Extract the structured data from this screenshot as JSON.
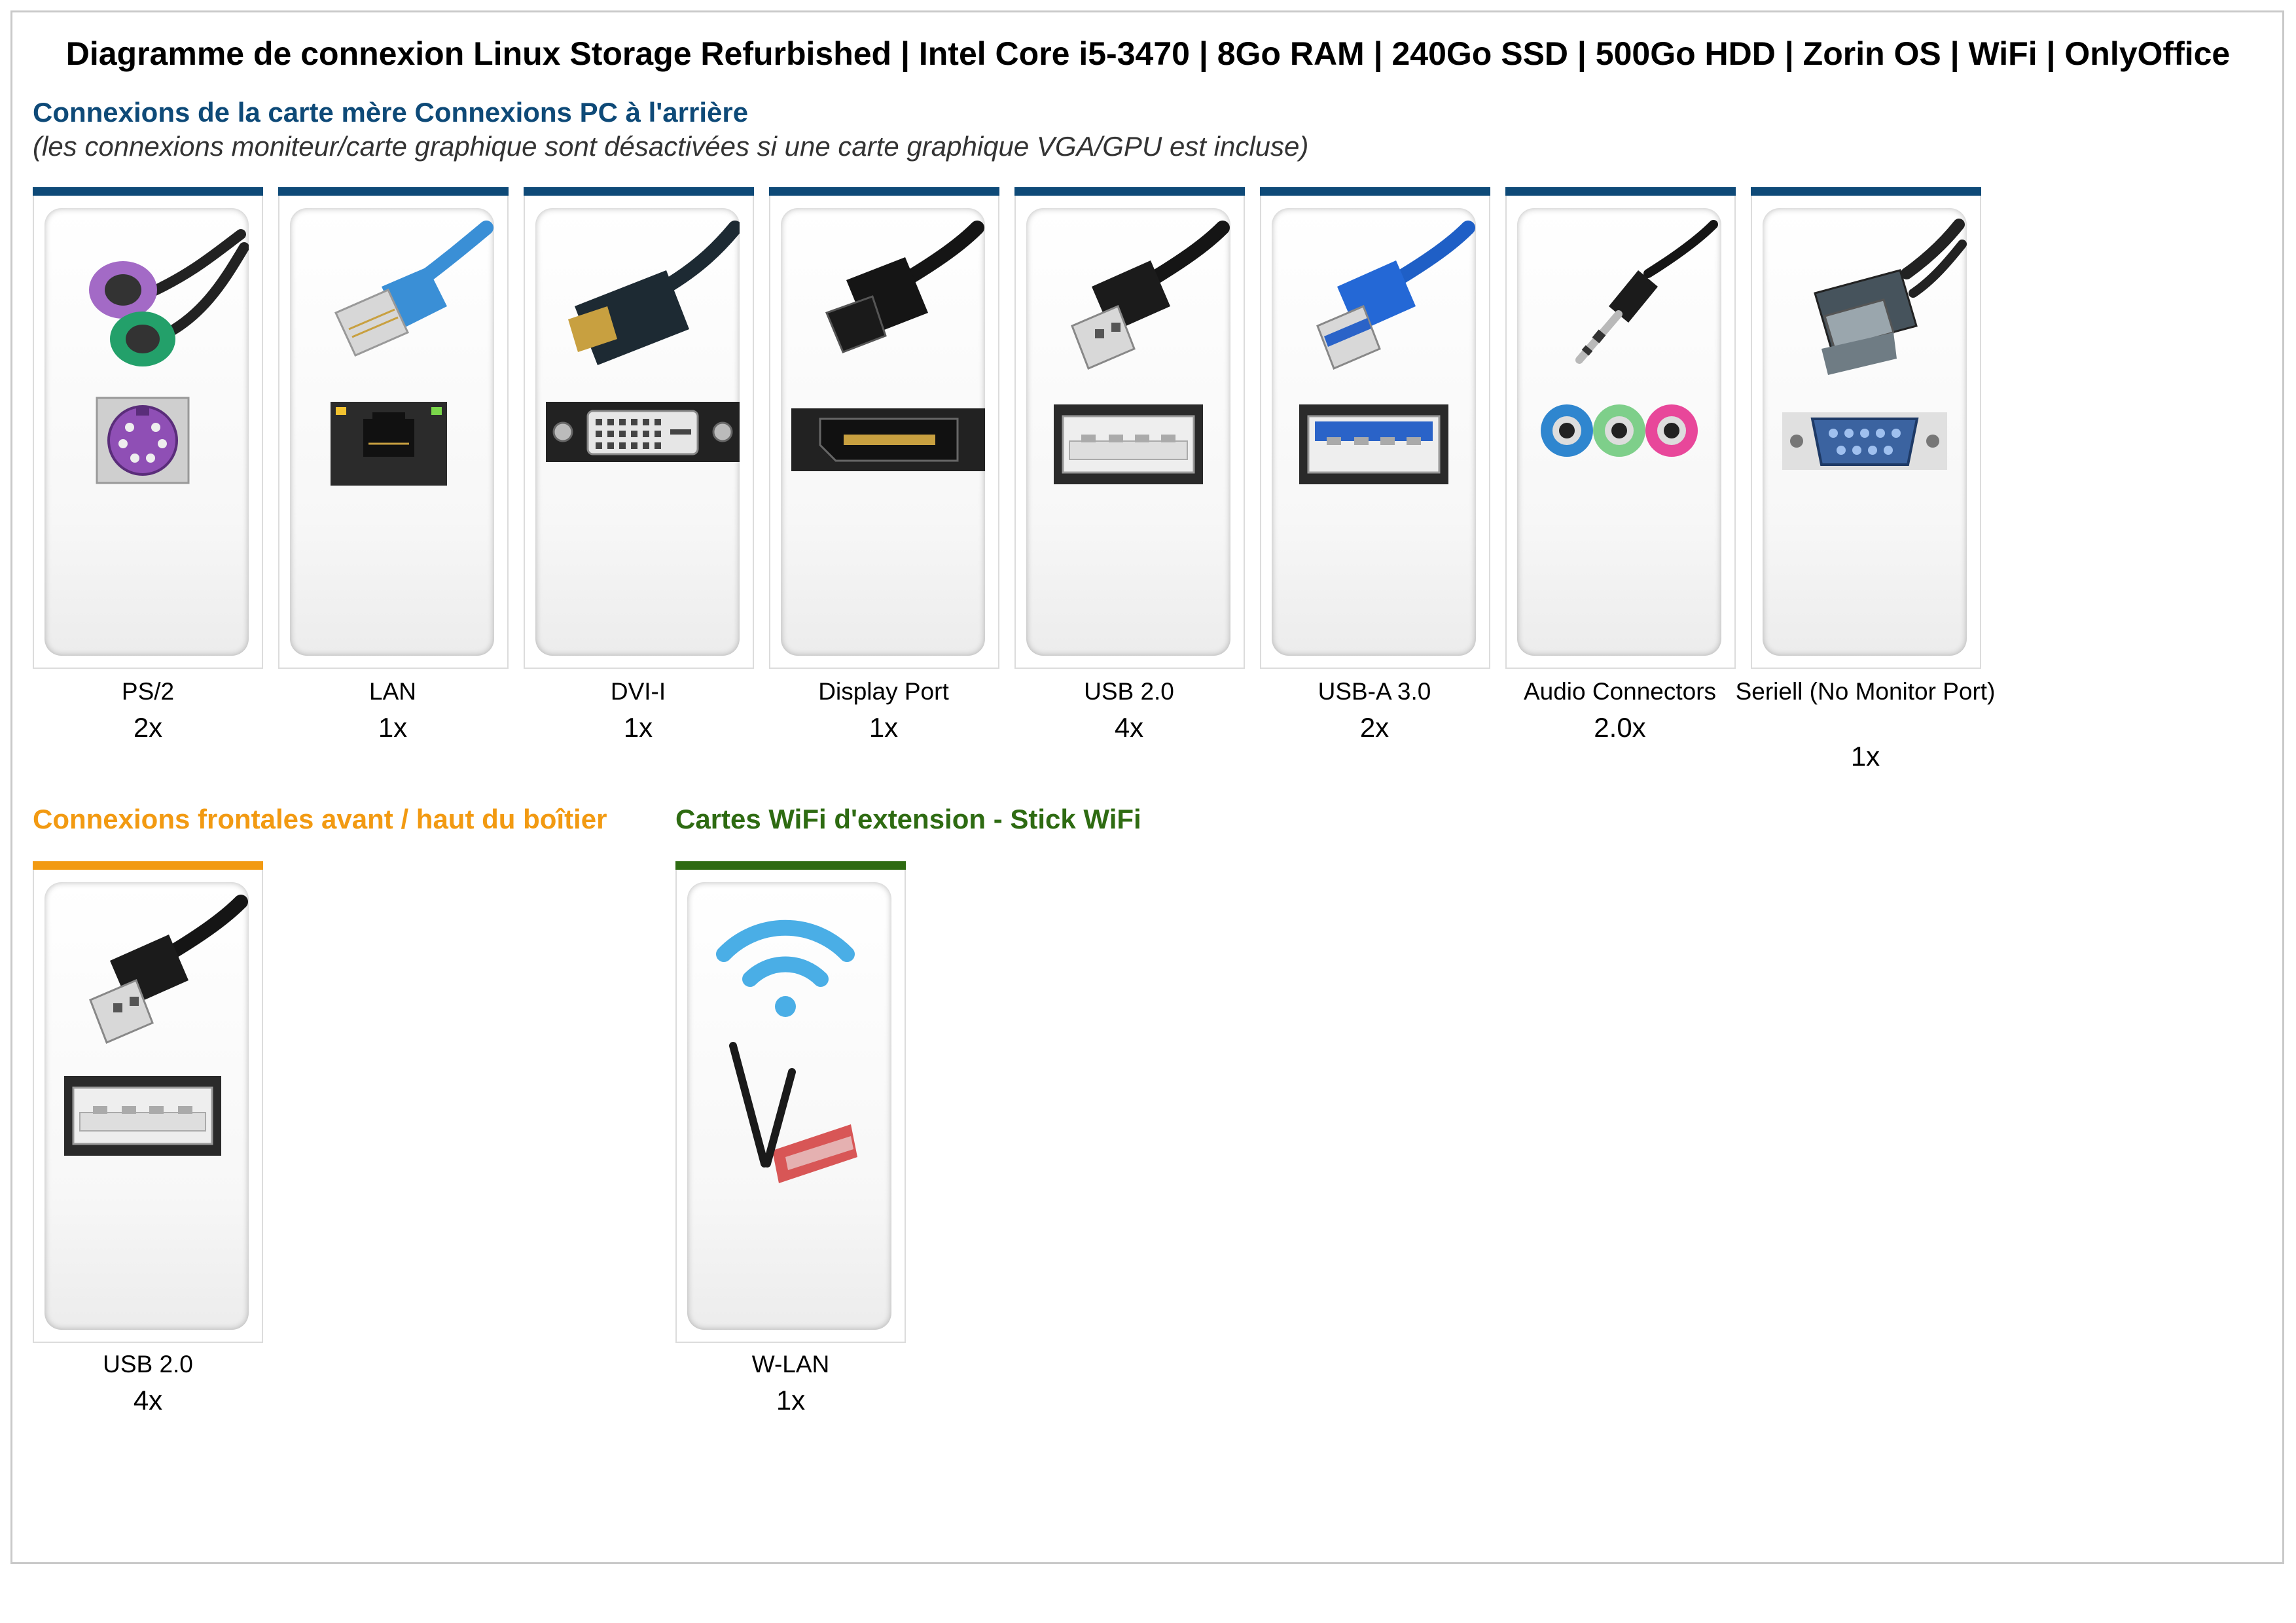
{
  "title": "Diagramme de connexion Linux Storage Refurbished | Intel Core i5-3470 | 8Go RAM | 240Go SSD | 500Go HDD | Zorin OS | WiFi | OnlyOffice",
  "rear": {
    "heading": "Connexions de la carte mère Connexions PC à l'arrière",
    "note": "(les connexions moniteur/carte graphique sont désactivées si une carte graphique VGA/GPU est incluse)",
    "accent": "#0e4a78",
    "items": [
      {
        "name": "PS/2",
        "qty": "2x",
        "icon": "ps2-connector-icon"
      },
      {
        "name": "LAN",
        "qty": "1x",
        "icon": "ethernet-connector-icon"
      },
      {
        "name": "DVI-I",
        "qty": "1x",
        "icon": "dvi-connector-icon"
      },
      {
        "name": "Display Port",
        "qty": "1x",
        "icon": "displayport-connector-icon"
      },
      {
        "name": "USB 2.0",
        "qty": "4x",
        "icon": "usb2-connector-icon"
      },
      {
        "name": "USB-A 3.0",
        "qty": "2x",
        "icon": "usb3-connector-icon"
      },
      {
        "name": "Audio Connectors",
        "qty": "2.0x",
        "icon": "audio-jack-icon"
      },
      {
        "name": "Seriell (No Monitor Port)",
        "qty": "1x",
        "icon": "serial-connector-icon"
      }
    ]
  },
  "front": {
    "heading": "Connexions frontales avant / haut du boîtier",
    "accent": "#f29a12",
    "items": [
      {
        "name": "USB 2.0",
        "qty": "4x",
        "icon": "usb2-connector-icon"
      }
    ]
  },
  "wifi": {
    "heading": "Cartes WiFi d'extension - Stick WiFi",
    "accent": "#2e6b12",
    "items": [
      {
        "name": "W-LAN",
        "qty": "1x",
        "icon": "wifi-card-icon"
      }
    ]
  }
}
